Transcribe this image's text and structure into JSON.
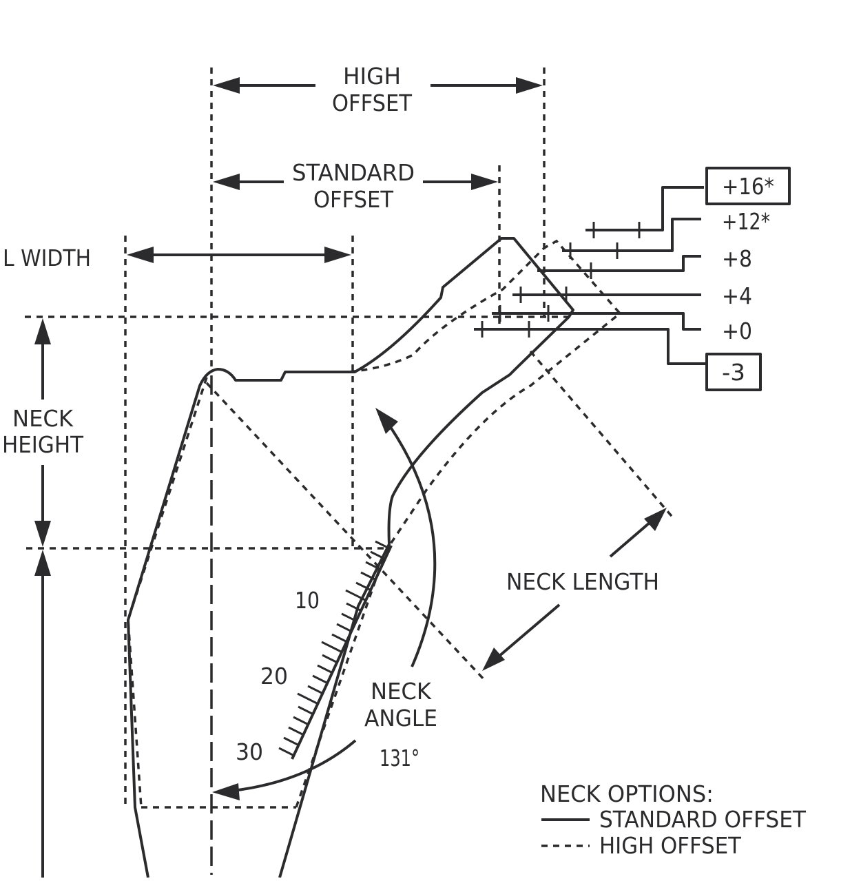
{
  "labels": {
    "high_offset_line1": "HIGH",
    "high_offset_line2": "OFFSET",
    "standard_offset_line1": "STANDARD",
    "standard_offset_line2": "OFFSET",
    "width": "L WIDTH",
    "neck_height_line1": "NECK",
    "neck_height_line2": "HEIGHT",
    "neck_length": "NECK LENGTH",
    "neck_angle_line1": "NECK",
    "neck_angle_line2": "ANGLE",
    "neck_angle_value": "131°"
  },
  "scale_marks": [
    "10",
    "20",
    "30"
  ],
  "head_offsets": [
    {
      "label": "+16*",
      "boxed": true
    },
    {
      "label": "+12*",
      "boxed": false
    },
    {
      "label": "+8",
      "boxed": false
    },
    {
      "label": "+4",
      "boxed": false
    },
    {
      "label": "+0",
      "boxed": false
    },
    {
      "label": "-3",
      "boxed": true
    }
  ],
  "legend": {
    "title": "NECK OPTIONS:",
    "standard": "STANDARD OFFSET",
    "high": "HIGH OFFSET"
  },
  "colors": {
    "ink": "#2b2b2d",
    "background": "#ffffff"
  }
}
